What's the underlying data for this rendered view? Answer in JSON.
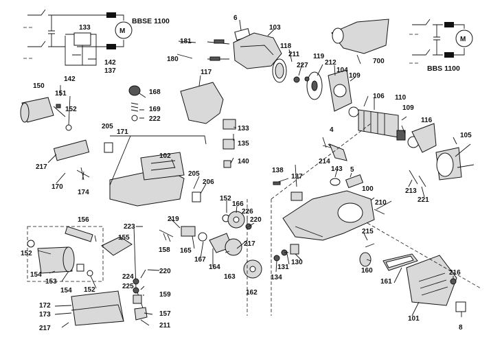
{
  "titles": {
    "left_schematic": "BBSE 1100",
    "right_schematic": "BBS 1100"
  },
  "labels": {
    "l6": "6",
    "l103": "103",
    "l181": "181",
    "l180": "180",
    "l118": "118",
    "l211a": "211",
    "l119": "119",
    "l227": "227",
    "l212": "212",
    "l104": "104",
    "l700": "700",
    "l133a": "133",
    "l142a": "142",
    "l142b": "142",
    "l137a": "137",
    "l150": "150",
    "l151": "151",
    "l152a": "152",
    "l168": "168",
    "l169": "169",
    "l222": "222",
    "l117": "117",
    "l109a": "109",
    "l106": "106",
    "l110": "110",
    "l109b": "109",
    "l205a": "205",
    "l171": "171",
    "l133b": "133",
    "l135": "135",
    "l4": "4",
    "l116": "116",
    "l105": "105",
    "l217a": "217",
    "l102": "102",
    "l140": "140",
    "l214": "214",
    "l143": "143",
    "l5": "5",
    "l170": "170",
    "l174": "174",
    "l205b": "205",
    "l206": "206",
    "l138": "138",
    "l137b": "137",
    "l100": "100",
    "l213": "213",
    "l221": "221",
    "l152b": "152",
    "l166": "166",
    "l226": "226",
    "l210": "210",
    "l156": "156",
    "l223": "223",
    "l219": "219",
    "l220a": "220",
    "l155": "155",
    "l217b": "217",
    "l215": "215",
    "l158": "158",
    "l165": "165",
    "l167": "167",
    "l164": "164",
    "l152c": "152",
    "l154a": "154",
    "l153": "153",
    "l154b": "154",
    "l152d": "152",
    "l130": "130",
    "l131": "131",
    "l134": "134",
    "l220b": "220",
    "l163": "163",
    "l160": "160",
    "l216": "216",
    "l224": "224",
    "l225": "225",
    "l162": "162",
    "l161": "161",
    "l159": "159",
    "l172": "172",
    "l173": "173",
    "l157": "157",
    "l101": "101",
    "l8": "8",
    "l217c": "217",
    "l211b": "211"
  }
}
